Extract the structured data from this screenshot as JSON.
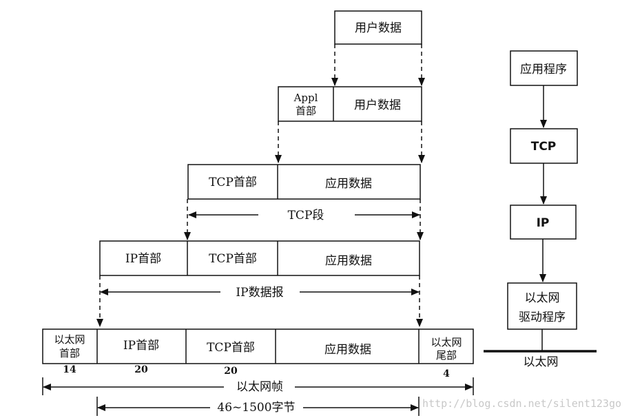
{
  "level1": {
    "user_data": "用户数据"
  },
  "level2": {
    "appl_header_line1": "Appl",
    "appl_header_line2": "首部",
    "user_data": "用户数据"
  },
  "level3": {
    "tcp_header": "TCP首部",
    "app_data": "应用数据",
    "span_label": "TCP段"
  },
  "level4": {
    "ip_header": "IP首部",
    "tcp_header": "TCP首部",
    "app_data": "应用数据",
    "span_label": "IP数据报"
  },
  "level5": {
    "eth_header_line1": "以太网",
    "eth_header_line2": "首部",
    "ip_header": "IP首部",
    "tcp_header": "TCP首部",
    "app_data": "应用数据",
    "eth_trailer_line1": "以太网",
    "eth_trailer_line2": "尾部",
    "size_eth_header": "14",
    "size_ip_header": "20",
    "size_tcp_header": "20",
    "size_eth_trailer": "4",
    "span_frame": "以太网帧",
    "span_payload": "46~1500字节"
  },
  "stack": {
    "application": "应用程序",
    "tcp": "TCP",
    "ip": "IP",
    "driver_line1": "以太网",
    "driver_line2": "驱动程序",
    "ethernet": "以太网"
  },
  "watermark": "http://blog.csdn.net/silent123go"
}
